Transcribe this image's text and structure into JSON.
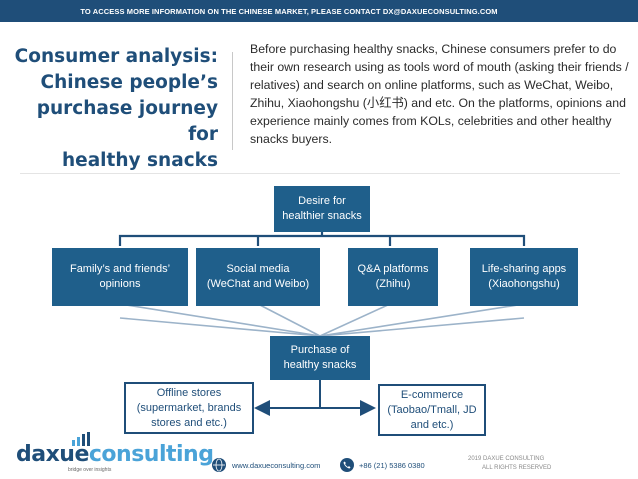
{
  "header": {
    "banner": "TO ACCESS MORE INFORMATION ON THE CHINESE MARKET, PLEASE CONTACT DX@DAXUECONSULTING.COM"
  },
  "title": {
    "line1": "Consumer analysis:",
    "line2": "Chinese people’s",
    "line3": "purchase journey for",
    "line4": "healthy snacks"
  },
  "intro": {
    "text": "Before purchasing healthy snacks, Chinese consumers prefer to do their own research using as tools word of mouth (asking their friends / relatives) and search on online platforms, such as WeChat, Weibo, Zhihu, Xiaohongshu (小红书) and etc. On the platforms, opinions and experience mainly comes from KOLs, celebrities and other healthy snacks buyers."
  },
  "diagram": {
    "root": {
      "line1": "Desire for",
      "line2": "healthier snacks"
    },
    "sources": [
      {
        "line1": "Family’s and friends’",
        "line2": "opinions"
      },
      {
        "line1": "Social media",
        "line2": "(WeChat and Weibo)"
      },
      {
        "line1": "Q&A platforms",
        "line2": "(Zhihu)"
      },
      {
        "line1": "Life-sharing apps",
        "line2": "(Xiaohongshu)"
      }
    ],
    "purchase": {
      "line1": "Purchase of",
      "line2": "healthy snacks"
    },
    "offline": {
      "line1": "Offline stores",
      "line2": "(supermarket, brands",
      "line3": "stores and etc.)"
    },
    "ecommerce": {
      "line1": "E-commerce",
      "line2": "(Taobao/Tmall, JD",
      "line3": "and etc.)"
    }
  },
  "footer": {
    "logo_part1": "daxue",
    "logo_part2": "consulting",
    "logo_tagline": "bridge over insights",
    "website": "www.daxueconsulting.com",
    "phone": "+86 (21) 5386 0380",
    "copyright_line1": "2019 DAXUE CONSULTING",
    "copyright_line2": "ALL RIGHTS RESERVED",
    "globe_icon": "globe-icon",
    "phone_icon": "phone-icon"
  },
  "colors": {
    "primary": "#1f4e79",
    "box_fill": "#1f5f8b",
    "accent": "#4aa3d8",
    "connector": "#1f4e79"
  }
}
